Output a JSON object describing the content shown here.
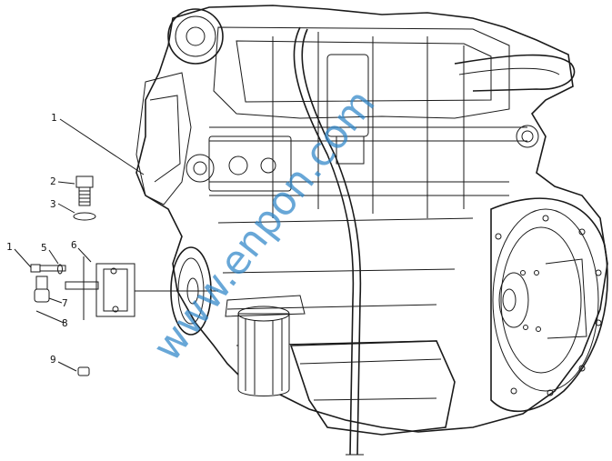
{
  "diagram": {
    "title": "Engine exploded parts view",
    "watermark": "www.enpon.com",
    "callouts": [
      {
        "id": "c1a",
        "label": "1"
      },
      {
        "id": "c2",
        "label": "2"
      },
      {
        "id": "c3",
        "label": "3"
      },
      {
        "id": "c1b",
        "label": "1"
      },
      {
        "id": "c5",
        "label": "5"
      },
      {
        "id": "c6",
        "label": "6"
      },
      {
        "id": "c7",
        "label": "7"
      },
      {
        "id": "c8",
        "label": "8"
      },
      {
        "id": "c9",
        "label": "9"
      }
    ]
  },
  "colors": {
    "line": "#1a1a1a",
    "watermark": "#2f86c9",
    "background": "#ffffff"
  }
}
